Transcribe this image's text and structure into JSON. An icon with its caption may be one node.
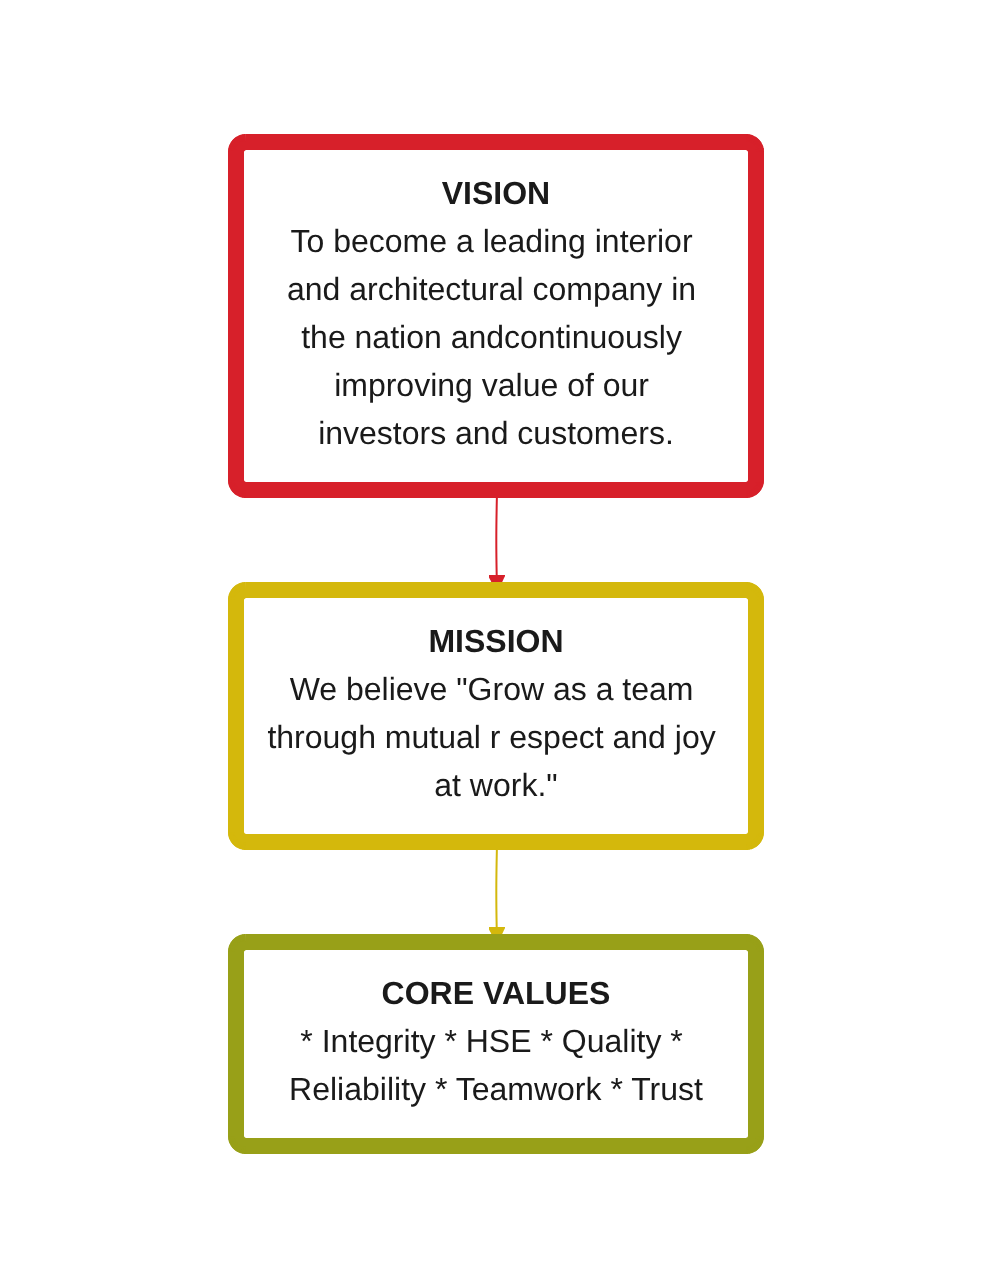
{
  "diagram": {
    "nodes": [
      {
        "text": [
          "VISION",
          "To become a leading interior and architectural company in the nation andcontinuously improving value of our investors and customers."
        ]
      },
      {
        "text": [
          "MISSION",
          "We believe \"Grow as a team through mutual r espect and joy at work.\""
        ]
      },
      {
        "text": [
          "CORE VALUES",
          "* Integrity * HSE * Quality * Reliability * Teamwork * Trust"
        ]
      }
    ],
    "edges": [
      {
        "from": 0,
        "to": 1,
        "arrow": "to",
        "color": "#d7202a"
      },
      {
        "from": 1,
        "to": 2,
        "arrow": "to",
        "color": "#d4b80c"
      }
    ]
  }
}
